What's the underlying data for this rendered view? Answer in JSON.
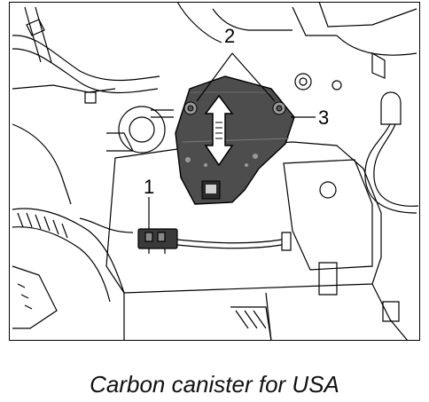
{
  "figure": {
    "callouts": [
      {
        "id": "1"
      },
      {
        "id": "2"
      },
      {
        "id": "3"
      }
    ],
    "caption": "Carbon canister for USA"
  }
}
